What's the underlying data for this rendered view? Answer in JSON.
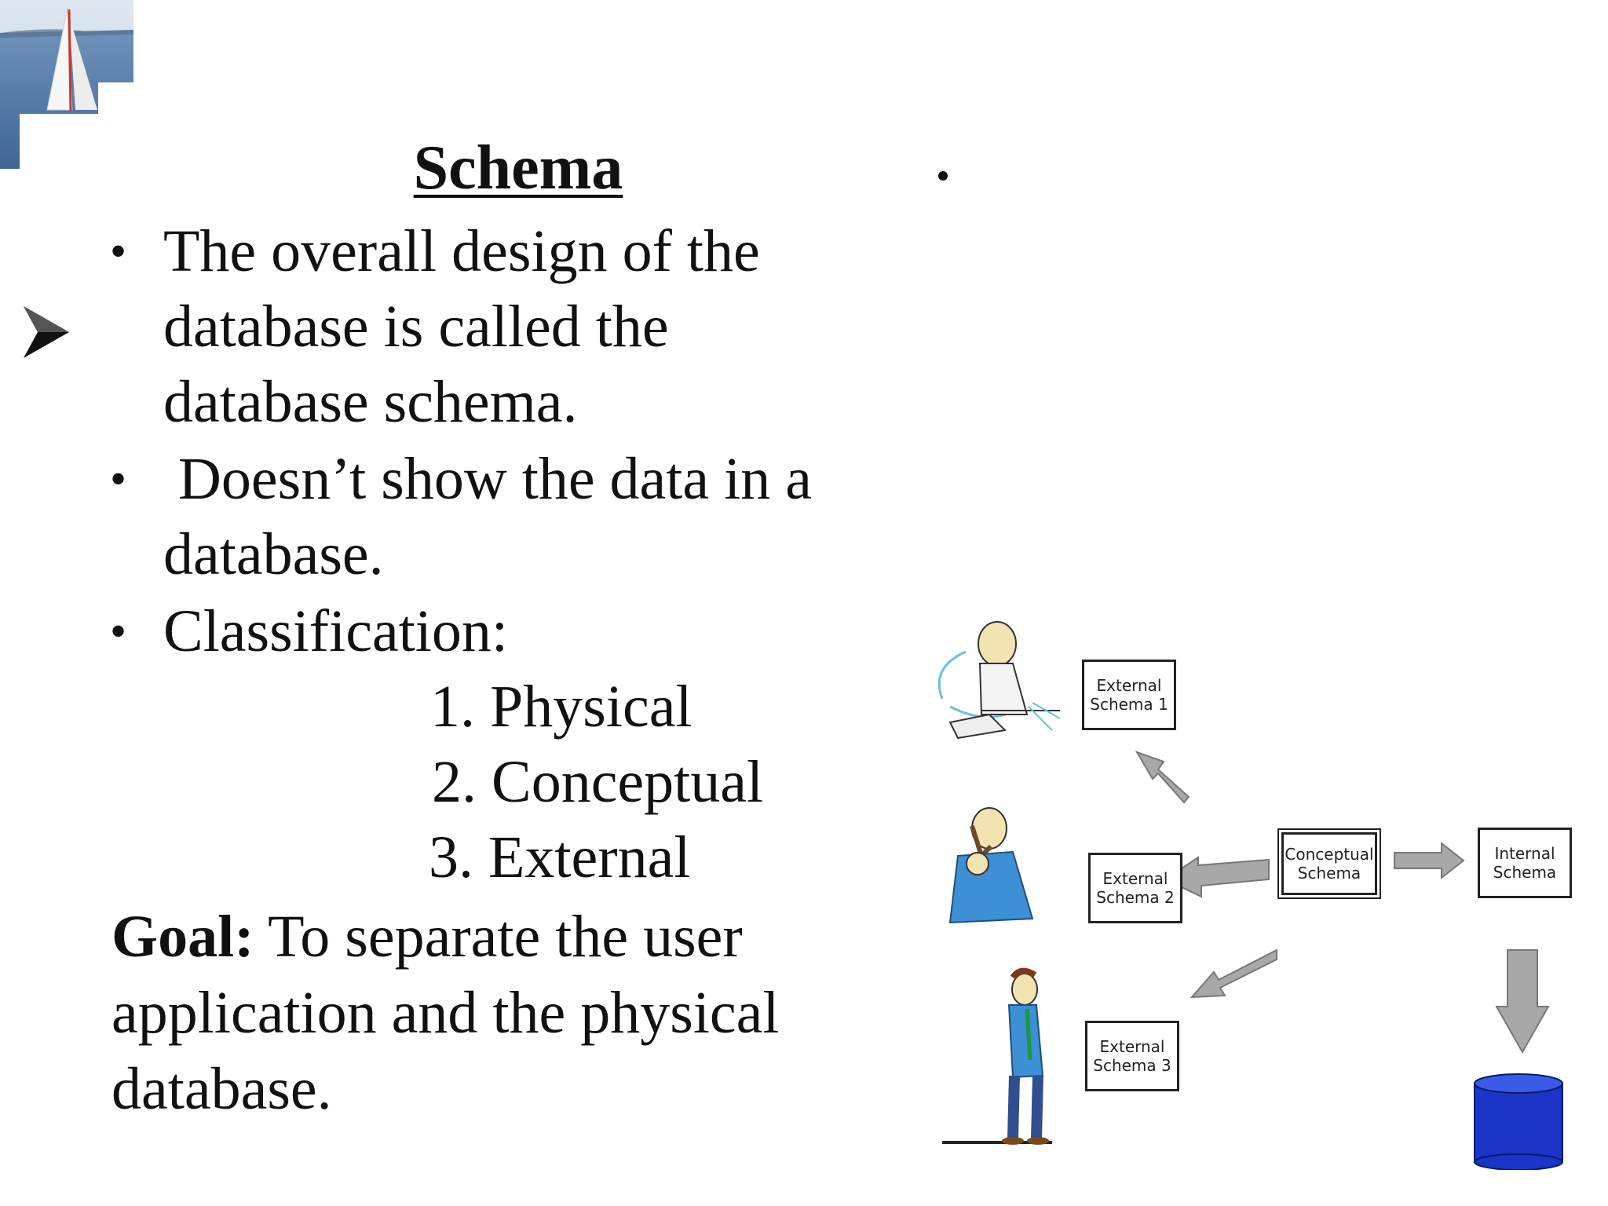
{
  "slide": {
    "title": "Schema",
    "bullets": [
      [
        "The overall design of the",
        "database is called the",
        "database schema."
      ],
      [
        " Doesn’t show the data in a",
        "database."
      ],
      [
        "Classification:"
      ]
    ],
    "classification": [
      "1. Physical",
      "2. Conceptual",
      "3. External"
    ],
    "goal_label": "Goal:",
    "goal_lines": [
      " To separate the user",
      "application and the physical",
      "database."
    ]
  },
  "diagram": {
    "external1": [
      "External",
      "Schema 1"
    ],
    "external2": [
      "External",
      "Schema 2"
    ],
    "external3": [
      "External",
      "Schema 3"
    ],
    "conceptual": [
      "Conceptual",
      "Schema"
    ],
    "internal": [
      "Internal",
      "Schema"
    ]
  },
  "colors": {
    "sea": "#4f78a8",
    "database": "#1a35c8",
    "arrow_gray": "#a8a8a8",
    "user_shirt": "#3d8fd6"
  }
}
